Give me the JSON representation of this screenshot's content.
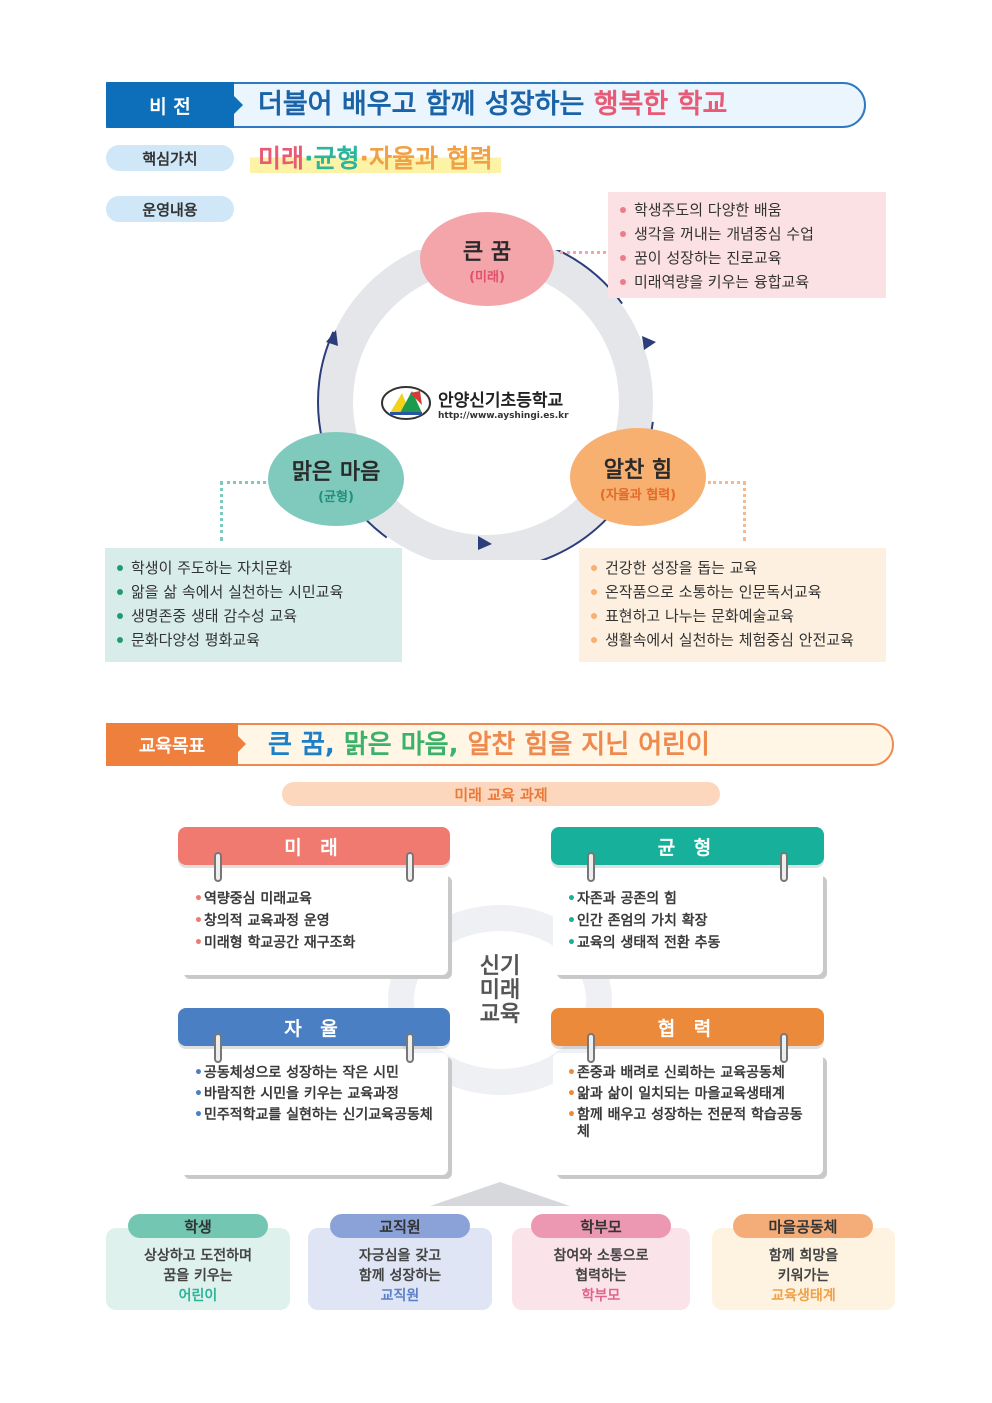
{
  "vision": {
    "label": "비 전",
    "text_main": "더불어 배우고 함께 성장하는",
    "text_accent": "행복한 학교"
  },
  "core_values": {
    "label": "핵심가치",
    "v1": "미래",
    "sep": "·",
    "v2": "균형",
    "v3": "자율과 협력"
  },
  "operation": {
    "label": "운영내용",
    "school": {
      "name": "안양신기초등학교",
      "url": "http://www.ayshingi.es.kr"
    },
    "dream": {
      "title": "큰 꿈",
      "sub": "(미래)",
      "items": [
        "학생주도의 다양한 배움",
        "생각을 꺼내는 개념중심 수업",
        "꿈이 성장하는 진로교육",
        "미래역량을 키우는 융합교육"
      ]
    },
    "mind": {
      "title": "맑은 마음",
      "sub": "(균형)",
      "items": [
        "학생이 주도하는 자치문화",
        "앎을 삶 속에서 실천하는 시민교육",
        "생명존중 생태 감수성 교육",
        "문화다양성 평화교육"
      ]
    },
    "power": {
      "title": "알찬 힘",
      "sub": "(자율과 협력)",
      "items": [
        "건강한 성장을 돕는 교육",
        "온작품으로 소통하는 인문독서교육",
        "표현하고 나누는 문화예술교육",
        "생활속에서 실천하는 체험중심 안전교육"
      ]
    }
  },
  "goal": {
    "label": "교육목표",
    "p1": "큰 꿈,",
    "p2": "맑은 마음,",
    "p3": "알찬 힘을 지닌 어린이"
  },
  "tasks": {
    "label": "미래 교육 과제",
    "center": [
      "신기",
      "미래",
      "교육"
    ],
    "cards": [
      {
        "title": "미 래",
        "items": [
          "역량중심 미래교육",
          "창의적 교육과정 운영",
          "미래형 학교공간 재구조화"
        ]
      },
      {
        "title": "균 형",
        "items": [
          "자존과 공존의 힘",
          "인간 존엄의 가치 확장",
          "교육의 생태적 전환 추동"
        ]
      },
      {
        "title": "자 율",
        "items": [
          "공동체성으로 성장하는 작은 시민",
          "바람직한 시민을 키우는 교육과정",
          "민주적학교를 실현하는 신기교육공동체"
        ]
      },
      {
        "title": "협 력",
        "items": [
          "존중과 배려로 신뢰하는 교육공동체",
          "앎과 삶이 일치되는 마을교육생태계",
          "함께 배우고 성장하는 전문적 학습공동체"
        ]
      }
    ]
  },
  "groups": [
    {
      "title": "학생",
      "l1": "상상하고 도전하며",
      "l2": "꿈을 키우는",
      "l3": "어린이"
    },
    {
      "title": "교직원",
      "l1": "자긍심을 갖고",
      "l2": "함께 성장하는",
      "l3": "교직원"
    },
    {
      "title": "학부모",
      "l1": "참여와 소통으로",
      "l2": "협력하는",
      "l3": "학부모"
    },
    {
      "title": "마을공동체",
      "l1": "함께 희망을",
      "l2": "키워가는",
      "l3": "교육생태계"
    }
  ],
  "colors": {
    "blue": "#0d6fba",
    "pink": "#e85a75",
    "teal": "#2bb59a",
    "orange": "#f0a046",
    "red_card": "#f07a70",
    "teal_card": "#17b09a",
    "blue_card": "#4a7fc4",
    "orange_card": "#ec8a3c"
  }
}
